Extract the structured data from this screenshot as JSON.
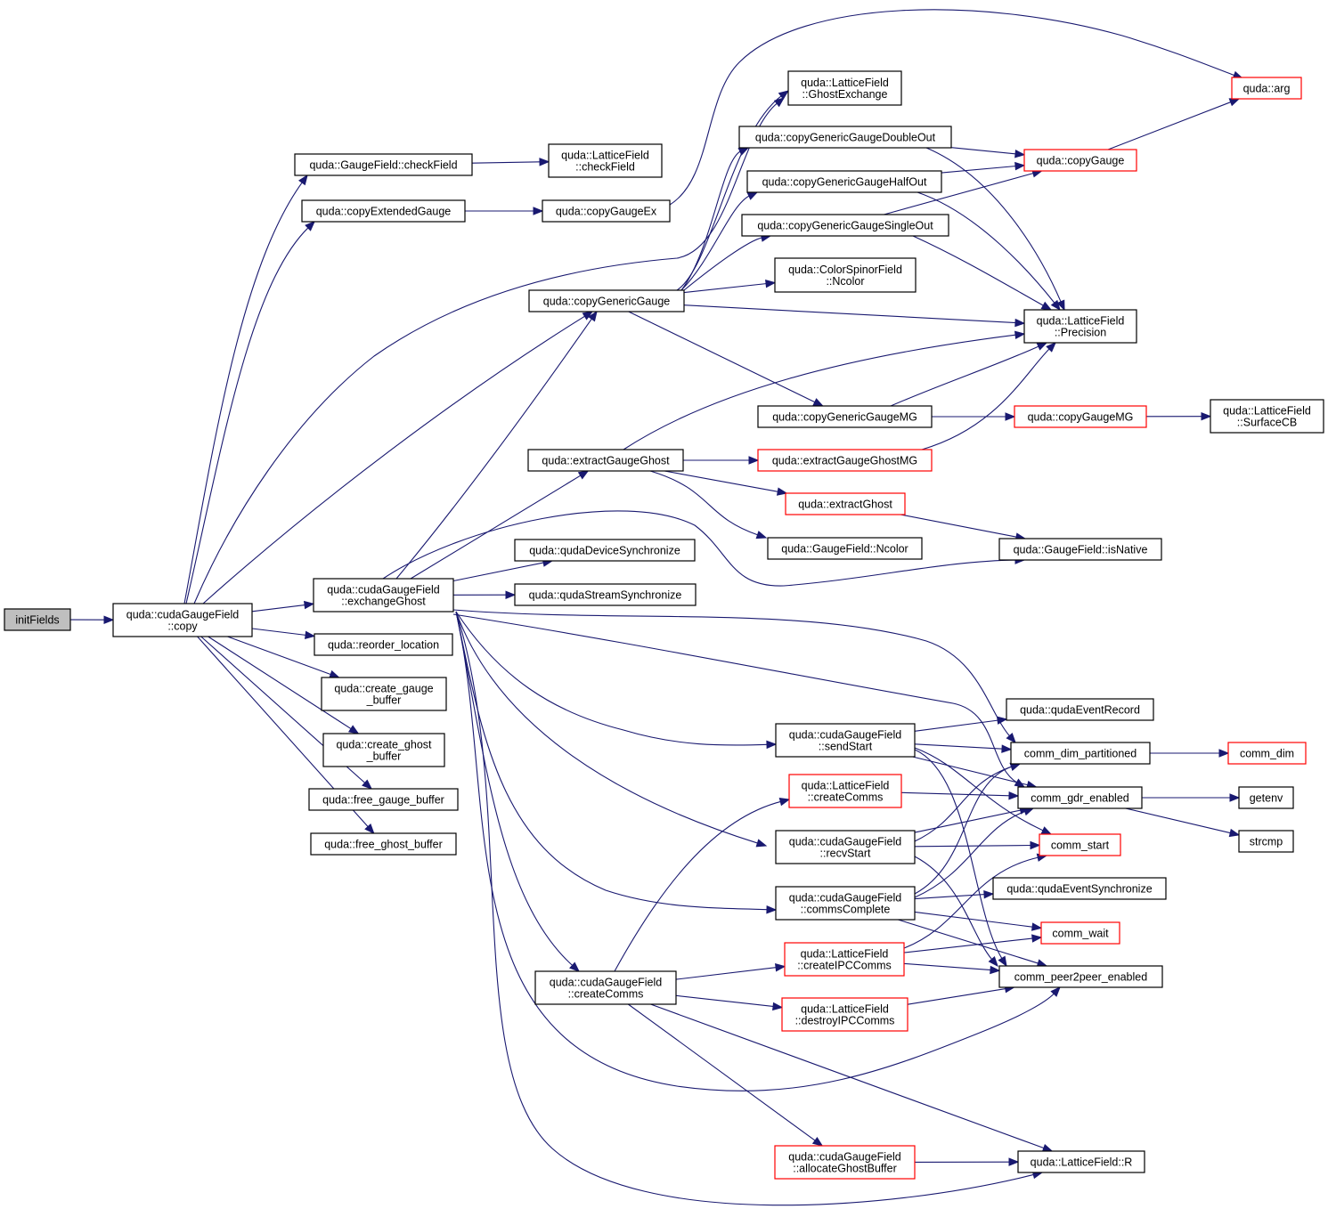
{
  "diagram": {
    "type": "call-graph",
    "colors": {
      "edge": "#191970",
      "border_default": "#000000",
      "border_truncated": "#ff0000",
      "root_fill": "#bfbfbf",
      "node_fill": "#ffffff"
    },
    "nodes": [
      {
        "id": "initFields",
        "lines": [
          "initFields"
        ],
        "style": "root"
      },
      {
        "id": "cgf_copy",
        "lines": [
          "quda::cudaGaugeField",
          "::copy"
        ],
        "style": "normal"
      },
      {
        "id": "gf_checkField",
        "lines": [
          "quda::GaugeField::checkField"
        ],
        "style": "normal"
      },
      {
        "id": "lf_checkField",
        "lines": [
          "quda::LatticeField",
          "::checkField"
        ],
        "style": "normal"
      },
      {
        "id": "copyExtendedGauge",
        "lines": [
          "quda::copyExtendedGauge"
        ],
        "style": "normal"
      },
      {
        "id": "copyGaugeEx",
        "lines": [
          "quda::copyGaugeEx"
        ],
        "style": "normal"
      },
      {
        "id": "arg",
        "lines": [
          "quda::arg"
        ],
        "style": "red"
      },
      {
        "id": "lf_GhostExchange",
        "lines": [
          "quda::LatticeField",
          "::GhostExchange"
        ],
        "style": "normal"
      },
      {
        "id": "cggDoubleOut",
        "lines": [
          "quda::copyGenericGaugeDoubleOut"
        ],
        "style": "normal"
      },
      {
        "id": "copyGauge",
        "lines": [
          "quda::copyGauge"
        ],
        "style": "red"
      },
      {
        "id": "cggHalfOut",
        "lines": [
          "quda::copyGenericGaugeHalfOut"
        ],
        "style": "normal"
      },
      {
        "id": "cggSingleOut",
        "lines": [
          "quda::copyGenericGaugeSingleOut"
        ],
        "style": "normal"
      },
      {
        "id": "csf_Ncolor",
        "lines": [
          "quda::ColorSpinorField",
          "::Ncolor"
        ],
        "style": "normal"
      },
      {
        "id": "copyGenericGauge",
        "lines": [
          "quda::copyGenericGauge"
        ],
        "style": "normal"
      },
      {
        "id": "lf_Precision",
        "lines": [
          "quda::LatticeField",
          "::Precision"
        ],
        "style": "normal"
      },
      {
        "id": "cggMG",
        "lines": [
          "quda::copyGenericGaugeMG"
        ],
        "style": "normal"
      },
      {
        "id": "copyGaugeMG",
        "lines": [
          "quda::copyGaugeMG"
        ],
        "style": "red"
      },
      {
        "id": "lf_SurfaceCB",
        "lines": [
          "quda::LatticeField",
          "::SurfaceCB"
        ],
        "style": "normal"
      },
      {
        "id": "extractGaugeGhost",
        "lines": [
          "quda::extractGaugeGhost"
        ],
        "style": "normal"
      },
      {
        "id": "extractGaugeGhostMG",
        "lines": [
          "quda::extractGaugeGhostMG"
        ],
        "style": "red"
      },
      {
        "id": "extractGhost",
        "lines": [
          "quda::extractGhost"
        ],
        "style": "red"
      },
      {
        "id": "gf_Ncolor",
        "lines": [
          "quda::GaugeField::Ncolor"
        ],
        "style": "normal"
      },
      {
        "id": "gf_isNative",
        "lines": [
          "quda::GaugeField::isNative"
        ],
        "style": "normal"
      },
      {
        "id": "qudaDeviceSync",
        "lines": [
          "quda::qudaDeviceSynchronize"
        ],
        "style": "normal"
      },
      {
        "id": "cgf_exchangeGhost",
        "lines": [
          "quda::cudaGaugeField",
          "::exchangeGhost"
        ],
        "style": "normal"
      },
      {
        "id": "qudaStreamSync",
        "lines": [
          "quda::qudaStreamSynchronize"
        ],
        "style": "normal"
      },
      {
        "id": "reorder_location",
        "lines": [
          "quda::reorder_location"
        ],
        "style": "normal"
      },
      {
        "id": "create_gauge_buffer",
        "lines": [
          "quda::create_gauge",
          "_buffer"
        ],
        "style": "normal"
      },
      {
        "id": "create_ghost_buffer",
        "lines": [
          "quda::create_ghost",
          "_buffer"
        ],
        "style": "normal"
      },
      {
        "id": "free_gauge_buffer",
        "lines": [
          "quda::free_gauge_buffer"
        ],
        "style": "normal"
      },
      {
        "id": "free_ghost_buffer",
        "lines": [
          "quda::free_ghost_buffer"
        ],
        "style": "normal"
      },
      {
        "id": "qudaEventRecord",
        "lines": [
          "quda::qudaEventRecord"
        ],
        "style": "normal"
      },
      {
        "id": "cgf_sendStart",
        "lines": [
          "quda::cudaGaugeField",
          "::sendStart"
        ],
        "style": "normal"
      },
      {
        "id": "comm_dim_partitioned",
        "lines": [
          "comm_dim_partitioned"
        ],
        "style": "normal"
      },
      {
        "id": "comm_dim",
        "lines": [
          "comm_dim"
        ],
        "style": "red"
      },
      {
        "id": "lf_createComms",
        "lines": [
          "quda::LatticeField",
          "::createComms"
        ],
        "style": "red"
      },
      {
        "id": "comm_gdr_enabled",
        "lines": [
          "comm_gdr_enabled"
        ],
        "style": "normal"
      },
      {
        "id": "getenv",
        "lines": [
          "getenv"
        ],
        "style": "normal"
      },
      {
        "id": "strcmp",
        "lines": [
          "strcmp"
        ],
        "style": "normal"
      },
      {
        "id": "cgf_recvStart",
        "lines": [
          "quda::cudaGaugeField",
          "::recvStart"
        ],
        "style": "normal"
      },
      {
        "id": "comm_start",
        "lines": [
          "comm_start"
        ],
        "style": "red"
      },
      {
        "id": "cgf_commsComplete",
        "lines": [
          "quda::cudaGaugeField",
          "::commsComplete"
        ],
        "style": "normal"
      },
      {
        "id": "qudaEventSync",
        "lines": [
          "quda::qudaEventSynchronize"
        ],
        "style": "normal"
      },
      {
        "id": "comm_wait",
        "lines": [
          "comm_wait"
        ],
        "style": "red"
      },
      {
        "id": "lf_createIPCComms",
        "lines": [
          "quda::LatticeField",
          "::createIPCComms"
        ],
        "style": "red"
      },
      {
        "id": "comm_peer2peer_enabled",
        "lines": [
          "comm_peer2peer_enabled"
        ],
        "style": "normal"
      },
      {
        "id": "cgf_createComms",
        "lines": [
          "quda::cudaGaugeField",
          "::createComms"
        ],
        "style": "normal"
      },
      {
        "id": "lf_destroyIPCComms",
        "lines": [
          "quda::LatticeField",
          "::destroyIPCComms"
        ],
        "style": "red"
      },
      {
        "id": "cgf_allocateGhostBuffer",
        "lines": [
          "quda::cudaGaugeField",
          "::allocateGhostBuffer"
        ],
        "style": "red"
      },
      {
        "id": "lf_R",
        "lines": [
          "quda::LatticeField::R"
        ],
        "style": "normal"
      }
    ],
    "edges": [
      [
        "initFields",
        "cgf_copy"
      ],
      [
        "cgf_copy",
        "gf_checkField"
      ],
      [
        "cgf_copy",
        "copyExtendedGauge"
      ],
      [
        "cgf_copy",
        "lf_GhostExchange"
      ],
      [
        "cgf_copy",
        "copyGenericGauge"
      ],
      [
        "cgf_copy",
        "cgf_exchangeGhost"
      ],
      [
        "cgf_copy",
        "reorder_location"
      ],
      [
        "cgf_copy",
        "create_gauge_buffer"
      ],
      [
        "cgf_copy",
        "create_ghost_buffer"
      ],
      [
        "cgf_copy",
        "free_gauge_buffer"
      ],
      [
        "cgf_copy",
        "free_ghost_buffer"
      ],
      [
        "gf_checkField",
        "lf_checkField"
      ],
      [
        "copyExtendedGauge",
        "copyGaugeEx"
      ],
      [
        "copyGaugeEx",
        "arg"
      ],
      [
        "copyGenericGauge",
        "lf_GhostExchange"
      ],
      [
        "copyGenericGauge",
        "cggDoubleOut"
      ],
      [
        "copyGenericGauge",
        "cggHalfOut"
      ],
      [
        "copyGenericGauge",
        "cggSingleOut"
      ],
      [
        "copyGenericGauge",
        "csf_Ncolor"
      ],
      [
        "copyGenericGauge",
        "lf_Precision"
      ],
      [
        "copyGenericGauge",
        "cggMG"
      ],
      [
        "cggDoubleOut",
        "copyGauge"
      ],
      [
        "cggDoubleOut",
        "lf_Precision"
      ],
      [
        "cggHalfOut",
        "copyGauge"
      ],
      [
        "cggHalfOut",
        "lf_Precision"
      ],
      [
        "cggSingleOut",
        "copyGauge"
      ],
      [
        "cggSingleOut",
        "lf_Precision"
      ],
      [
        "copyGauge",
        "arg"
      ],
      [
        "cggMG",
        "lf_Precision"
      ],
      [
        "cggMG",
        "copyGaugeMG"
      ],
      [
        "copyGaugeMG",
        "lf_SurfaceCB"
      ],
      [
        "cgf_exchangeGhost",
        "copyGenericGauge"
      ],
      [
        "cgf_exchangeGhost",
        "extractGaugeGhost"
      ],
      [
        "cgf_exchangeGhost",
        "gf_isNative"
      ],
      [
        "cgf_exchangeGhost",
        "qudaDeviceSync"
      ],
      [
        "cgf_exchangeGhost",
        "qudaStreamSync"
      ],
      [
        "cgf_exchangeGhost",
        "comm_dim_partitioned"
      ],
      [
        "cgf_exchangeGhost",
        "comm_gdr_enabled"
      ],
      [
        "cgf_exchangeGhost",
        "cgf_sendStart"
      ],
      [
        "cgf_exchangeGhost",
        "cgf_recvStart"
      ],
      [
        "cgf_exchangeGhost",
        "cgf_commsComplete"
      ],
      [
        "cgf_exchangeGhost",
        "cgf_createComms"
      ],
      [
        "cgf_exchangeGhost",
        "comm_peer2peer_enabled"
      ],
      [
        "cgf_exchangeGhost",
        "lf_R"
      ],
      [
        "extractGaugeGhost",
        "lf_Precision"
      ],
      [
        "extractGaugeGhost",
        "extractGaugeGhostMG"
      ],
      [
        "extractGaugeGhost",
        "extractGhost"
      ],
      [
        "extractGaugeGhost",
        "gf_Ncolor"
      ],
      [
        "extractGaugeGhostMG",
        "lf_Precision"
      ],
      [
        "extractGhost",
        "gf_isNative"
      ],
      [
        "cgf_sendStart",
        "qudaEventRecord"
      ],
      [
        "cgf_sendStart",
        "comm_dim_partitioned"
      ],
      [
        "cgf_sendStart",
        "comm_gdr_enabled"
      ],
      [
        "cgf_sendStart",
        "comm_start"
      ],
      [
        "cgf_sendStart",
        "comm_peer2peer_enabled"
      ],
      [
        "comm_dim_partitioned",
        "comm_dim"
      ],
      [
        "comm_gdr_enabled",
        "getenv"
      ],
      [
        "comm_gdr_enabled",
        "strcmp"
      ],
      [
        "lf_createComms",
        "comm_gdr_enabled"
      ],
      [
        "cgf_recvStart",
        "comm_dim_partitioned"
      ],
      [
        "cgf_recvStart",
        "comm_gdr_enabled"
      ],
      [
        "cgf_recvStart",
        "comm_start"
      ],
      [
        "cgf_recvStart",
        "comm_peer2peer_enabled"
      ],
      [
        "cgf_commsComplete",
        "comm_dim_partitioned"
      ],
      [
        "cgf_commsComplete",
        "comm_gdr_enabled"
      ],
      [
        "cgf_commsComplete",
        "qudaEventSync"
      ],
      [
        "cgf_commsComplete",
        "comm_wait"
      ],
      [
        "cgf_commsComplete",
        "comm_peer2peer_enabled"
      ],
      [
        "lf_createIPCComms",
        "comm_start"
      ],
      [
        "lf_createIPCComms",
        "comm_wait"
      ],
      [
        "lf_createIPCComms",
        "comm_peer2peer_enabled"
      ],
      [
        "cgf_createComms",
        "lf_createComms"
      ],
      [
        "cgf_createComms",
        "lf_createIPCComms"
      ],
      [
        "cgf_createComms",
        "lf_destroyIPCComms"
      ],
      [
        "cgf_createComms",
        "cgf_allocateGhostBuffer"
      ],
      [
        "cgf_createComms",
        "lf_R"
      ],
      [
        "lf_destroyIPCComms",
        "comm_peer2peer_enabled"
      ],
      [
        "cgf_allocateGhostBuffer",
        "lf_R"
      ]
    ]
  }
}
